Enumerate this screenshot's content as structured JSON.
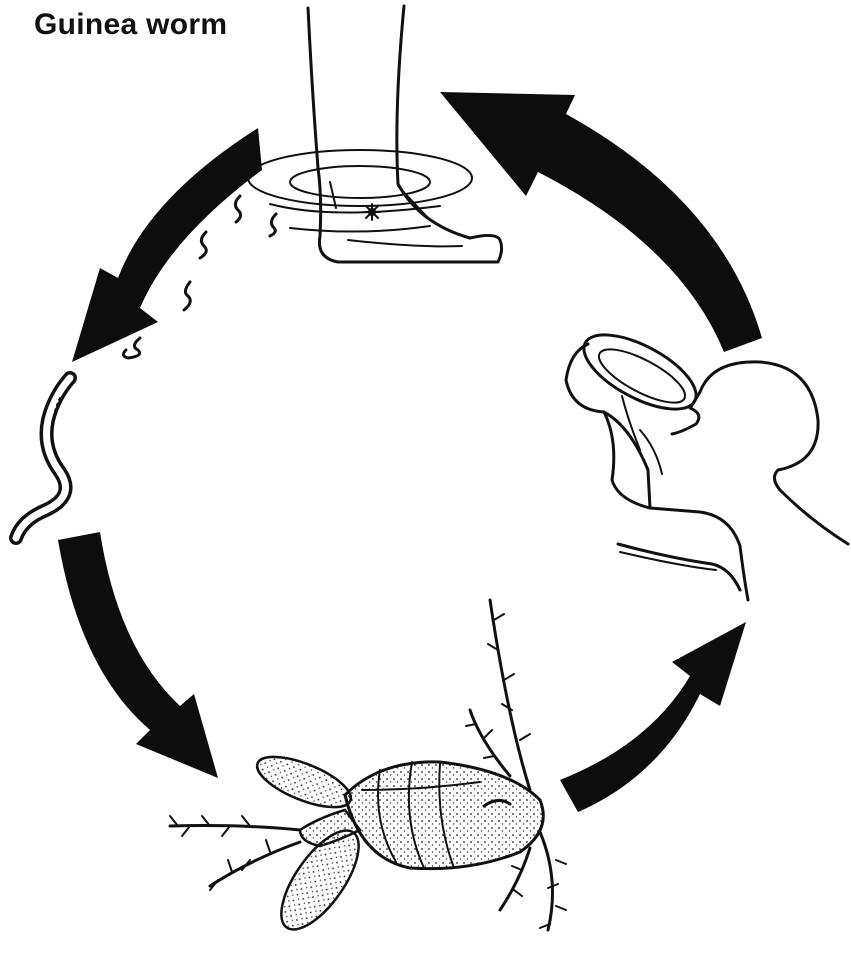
{
  "diagram": {
    "title": "Guinea worm",
    "stages": [
      {
        "id": "human-leg-in-water",
        "icon": "leg-in-water-icon"
      },
      {
        "id": "larvae-released",
        "icon": "larvae-icon"
      },
      {
        "id": "free-larva",
        "icon": "worm-larva-icon"
      },
      {
        "id": "copepod-host",
        "icon": "copepod-icon"
      },
      {
        "id": "human-drinking",
        "icon": "person-drinking-icon"
      }
    ],
    "colors": {
      "ink": "#111111",
      "arrow": "#0d0d0d",
      "background": "#ffffff"
    }
  }
}
